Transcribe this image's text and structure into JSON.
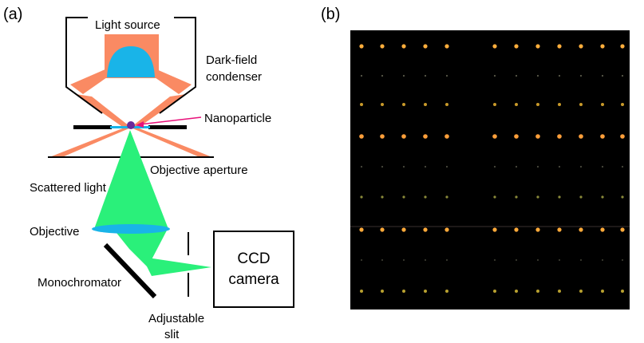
{
  "panel_a": {
    "label": "(a)",
    "light_source": "Light source",
    "condenser_line1": "Dark-field",
    "condenser_line2": "condenser",
    "nanoparticle": "Nanoparticle",
    "objective_aperture": "Objective aperture",
    "scattered_light": "Scattered light",
    "objective": "Objective",
    "monochromator": "Monochromator",
    "ccd_line1": "CCD",
    "ccd_line2": "camera",
    "slit_line1": "Adjustable",
    "slit_line2": "slit"
  },
  "panel_b": {
    "label": "(b)"
  },
  "colors": {
    "cone": "#fa8a63",
    "lens": "#19b4e8",
    "scattered": "#2af07a",
    "particle": "#6b2a9a",
    "arrow": "#e8117a",
    "image_bg": "#000000"
  }
}
